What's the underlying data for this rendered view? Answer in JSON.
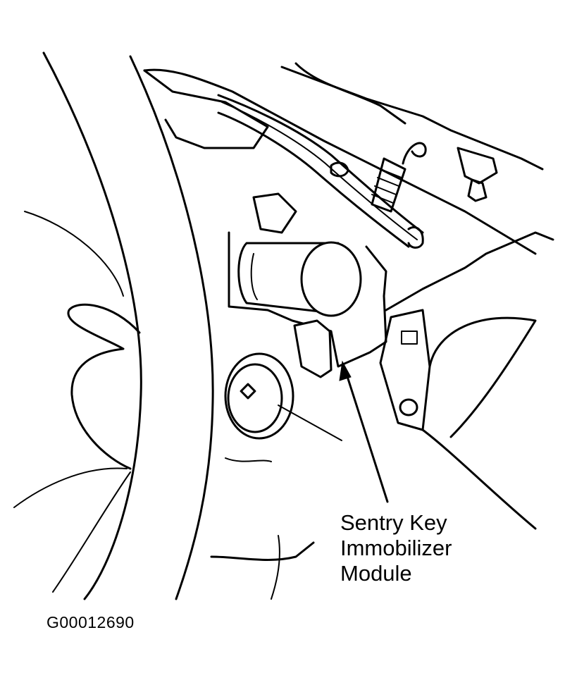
{
  "figure": {
    "callout_lines": [
      "Sentry Key",
      "Immobilizer",
      "Module"
    ],
    "figure_id": "G00012690"
  }
}
